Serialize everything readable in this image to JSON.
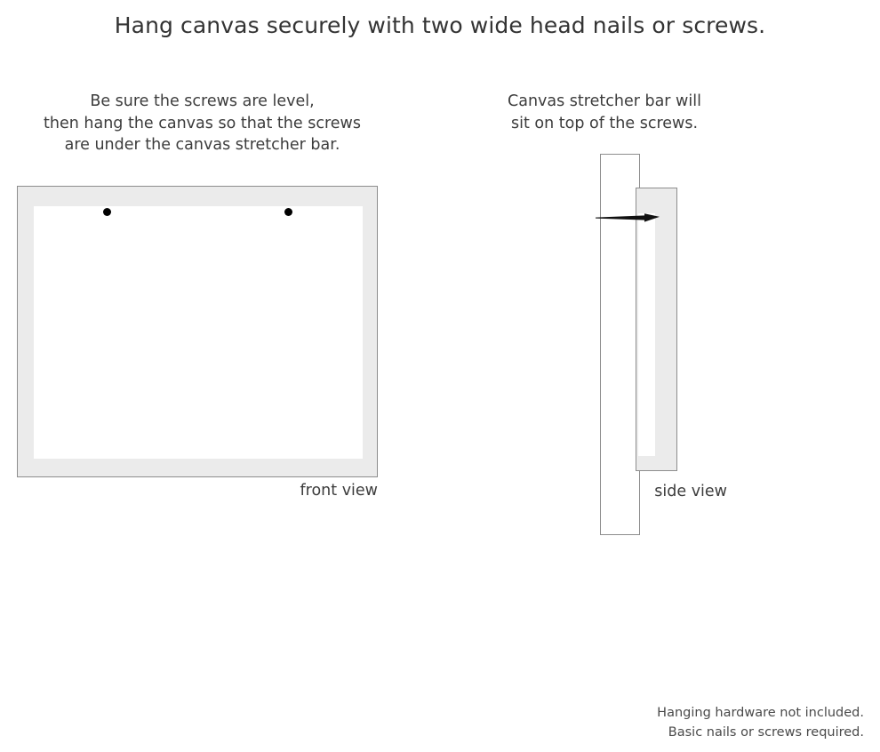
{
  "page": {
    "title": "Hang canvas securely with two wide head nails or screws.",
    "background_color": "#ffffff",
    "text_color": "#3a3a3a"
  },
  "front_panel": {
    "caption_lines": [
      "Be sure the screws are level,",
      "then hang the canvas so that the screws",
      "are under the canvas stretcher bar."
    ],
    "view_label": "front view",
    "frame_color": "#ebebeb",
    "frame_border_color": "#8d8d8d",
    "canvas_color": "#ffffff",
    "screw_color": "#000000",
    "screw_count": 2
  },
  "side_panel": {
    "caption_lines": [
      "Canvas stretcher bar will",
      "sit on top of the screws."
    ],
    "view_label": "side view",
    "wall_color": "#ffffff",
    "wall_border_color": "#8d8d8d",
    "stretcher_bar_color": "#ebebeb",
    "stretcher_bar_border_color": "#8d8d8d",
    "canvas_color": "#ffffff",
    "nail_color": "#111111"
  },
  "footer": {
    "lines": [
      "Hanging hardware not included.",
      "Basic nails or screws required."
    ]
  }
}
